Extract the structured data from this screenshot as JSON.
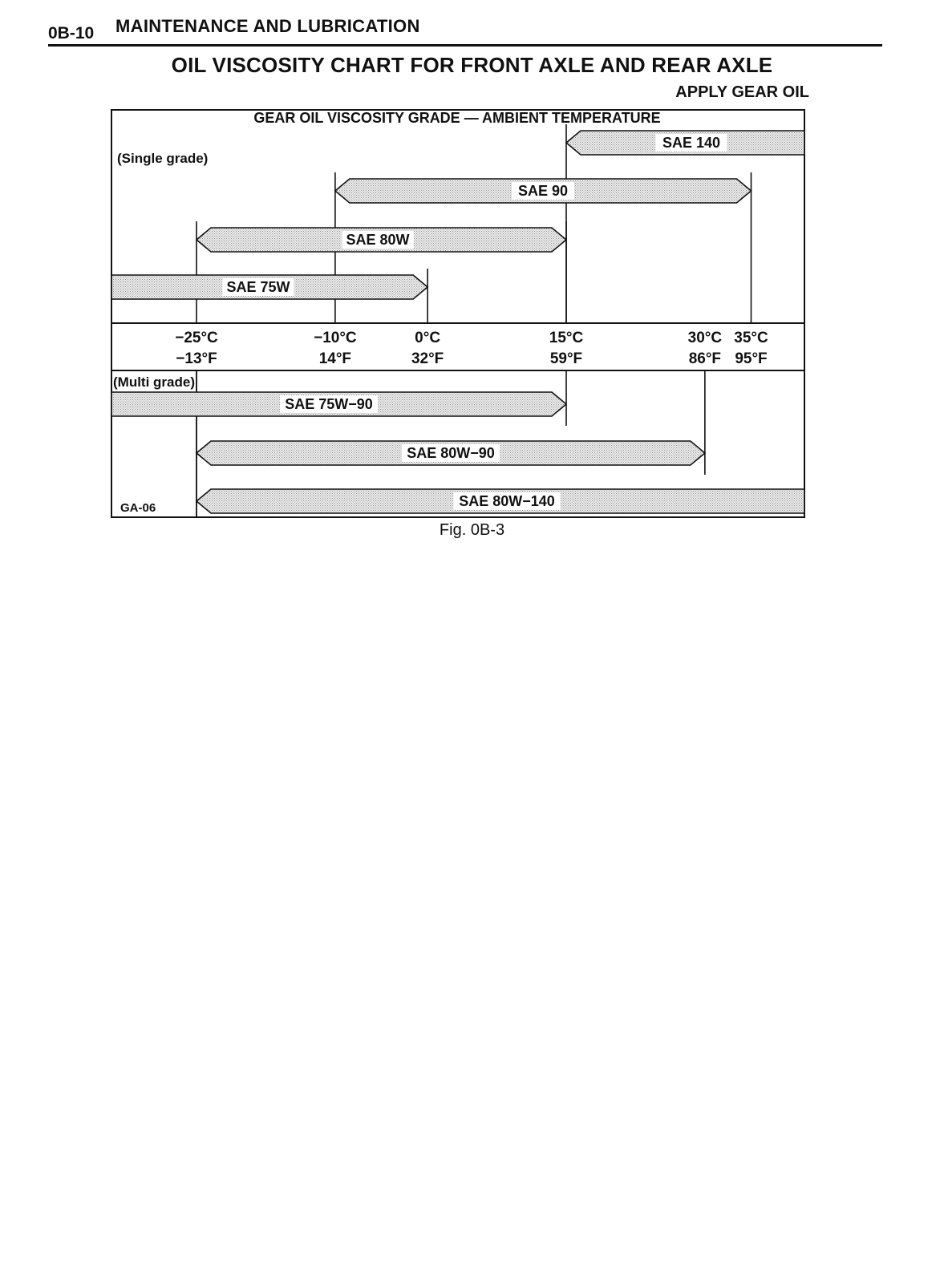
{
  "header": {
    "page_number": "0B-10",
    "section_title": "MAINTENANCE AND LUBRICATION"
  },
  "chart_data": {
    "type": "range-bar",
    "title": "OIL VISCOSITY CHART FOR FRONT AXLE AND REAR AXLE",
    "subtitle": "APPLY GEAR OIL",
    "axis_title": "GEAR OIL VISCOSITY GRADE — AMBIENT TEMPERATURE",
    "ticks": [
      {
        "celsius": -25,
        "label_c": "−25°C",
        "label_f": "−13°F"
      },
      {
        "celsius": -10,
        "label_c": "−10°C",
        "label_f": "14°F"
      },
      {
        "celsius": 0,
        "label_c": "0°C",
        "label_f": "32°F"
      },
      {
        "celsius": 15,
        "label_c": "15°C",
        "label_f": "59°F"
      },
      {
        "celsius": 30,
        "label_c": "30°C",
        "label_f": "86°F"
      },
      {
        "celsius": 35,
        "label_c": "35°C",
        "label_f": "95°F"
      }
    ],
    "groups": [
      {
        "label": "(Single grade)",
        "bars": [
          {
            "name": "SAE 140",
            "min_c": 15,
            "max_c": null
          },
          {
            "name": "SAE 90",
            "min_c": -10,
            "max_c": 35
          },
          {
            "name": "SAE 80W",
            "min_c": -25,
            "max_c": 15
          },
          {
            "name": "SAE 75W",
            "min_c": null,
            "max_c": 0
          }
        ]
      },
      {
        "label": "(Multi grade)",
        "bars": [
          {
            "name": "SAE 75W−90",
            "min_c": null,
            "max_c": 15
          },
          {
            "name": "SAE 80W−90",
            "min_c": -25,
            "max_c": 30
          },
          {
            "name": "SAE 80W−140",
            "min_c": -25,
            "max_c": null
          }
        ]
      }
    ],
    "code": "GA-06"
  },
  "caption": "Fig. 0B-3"
}
